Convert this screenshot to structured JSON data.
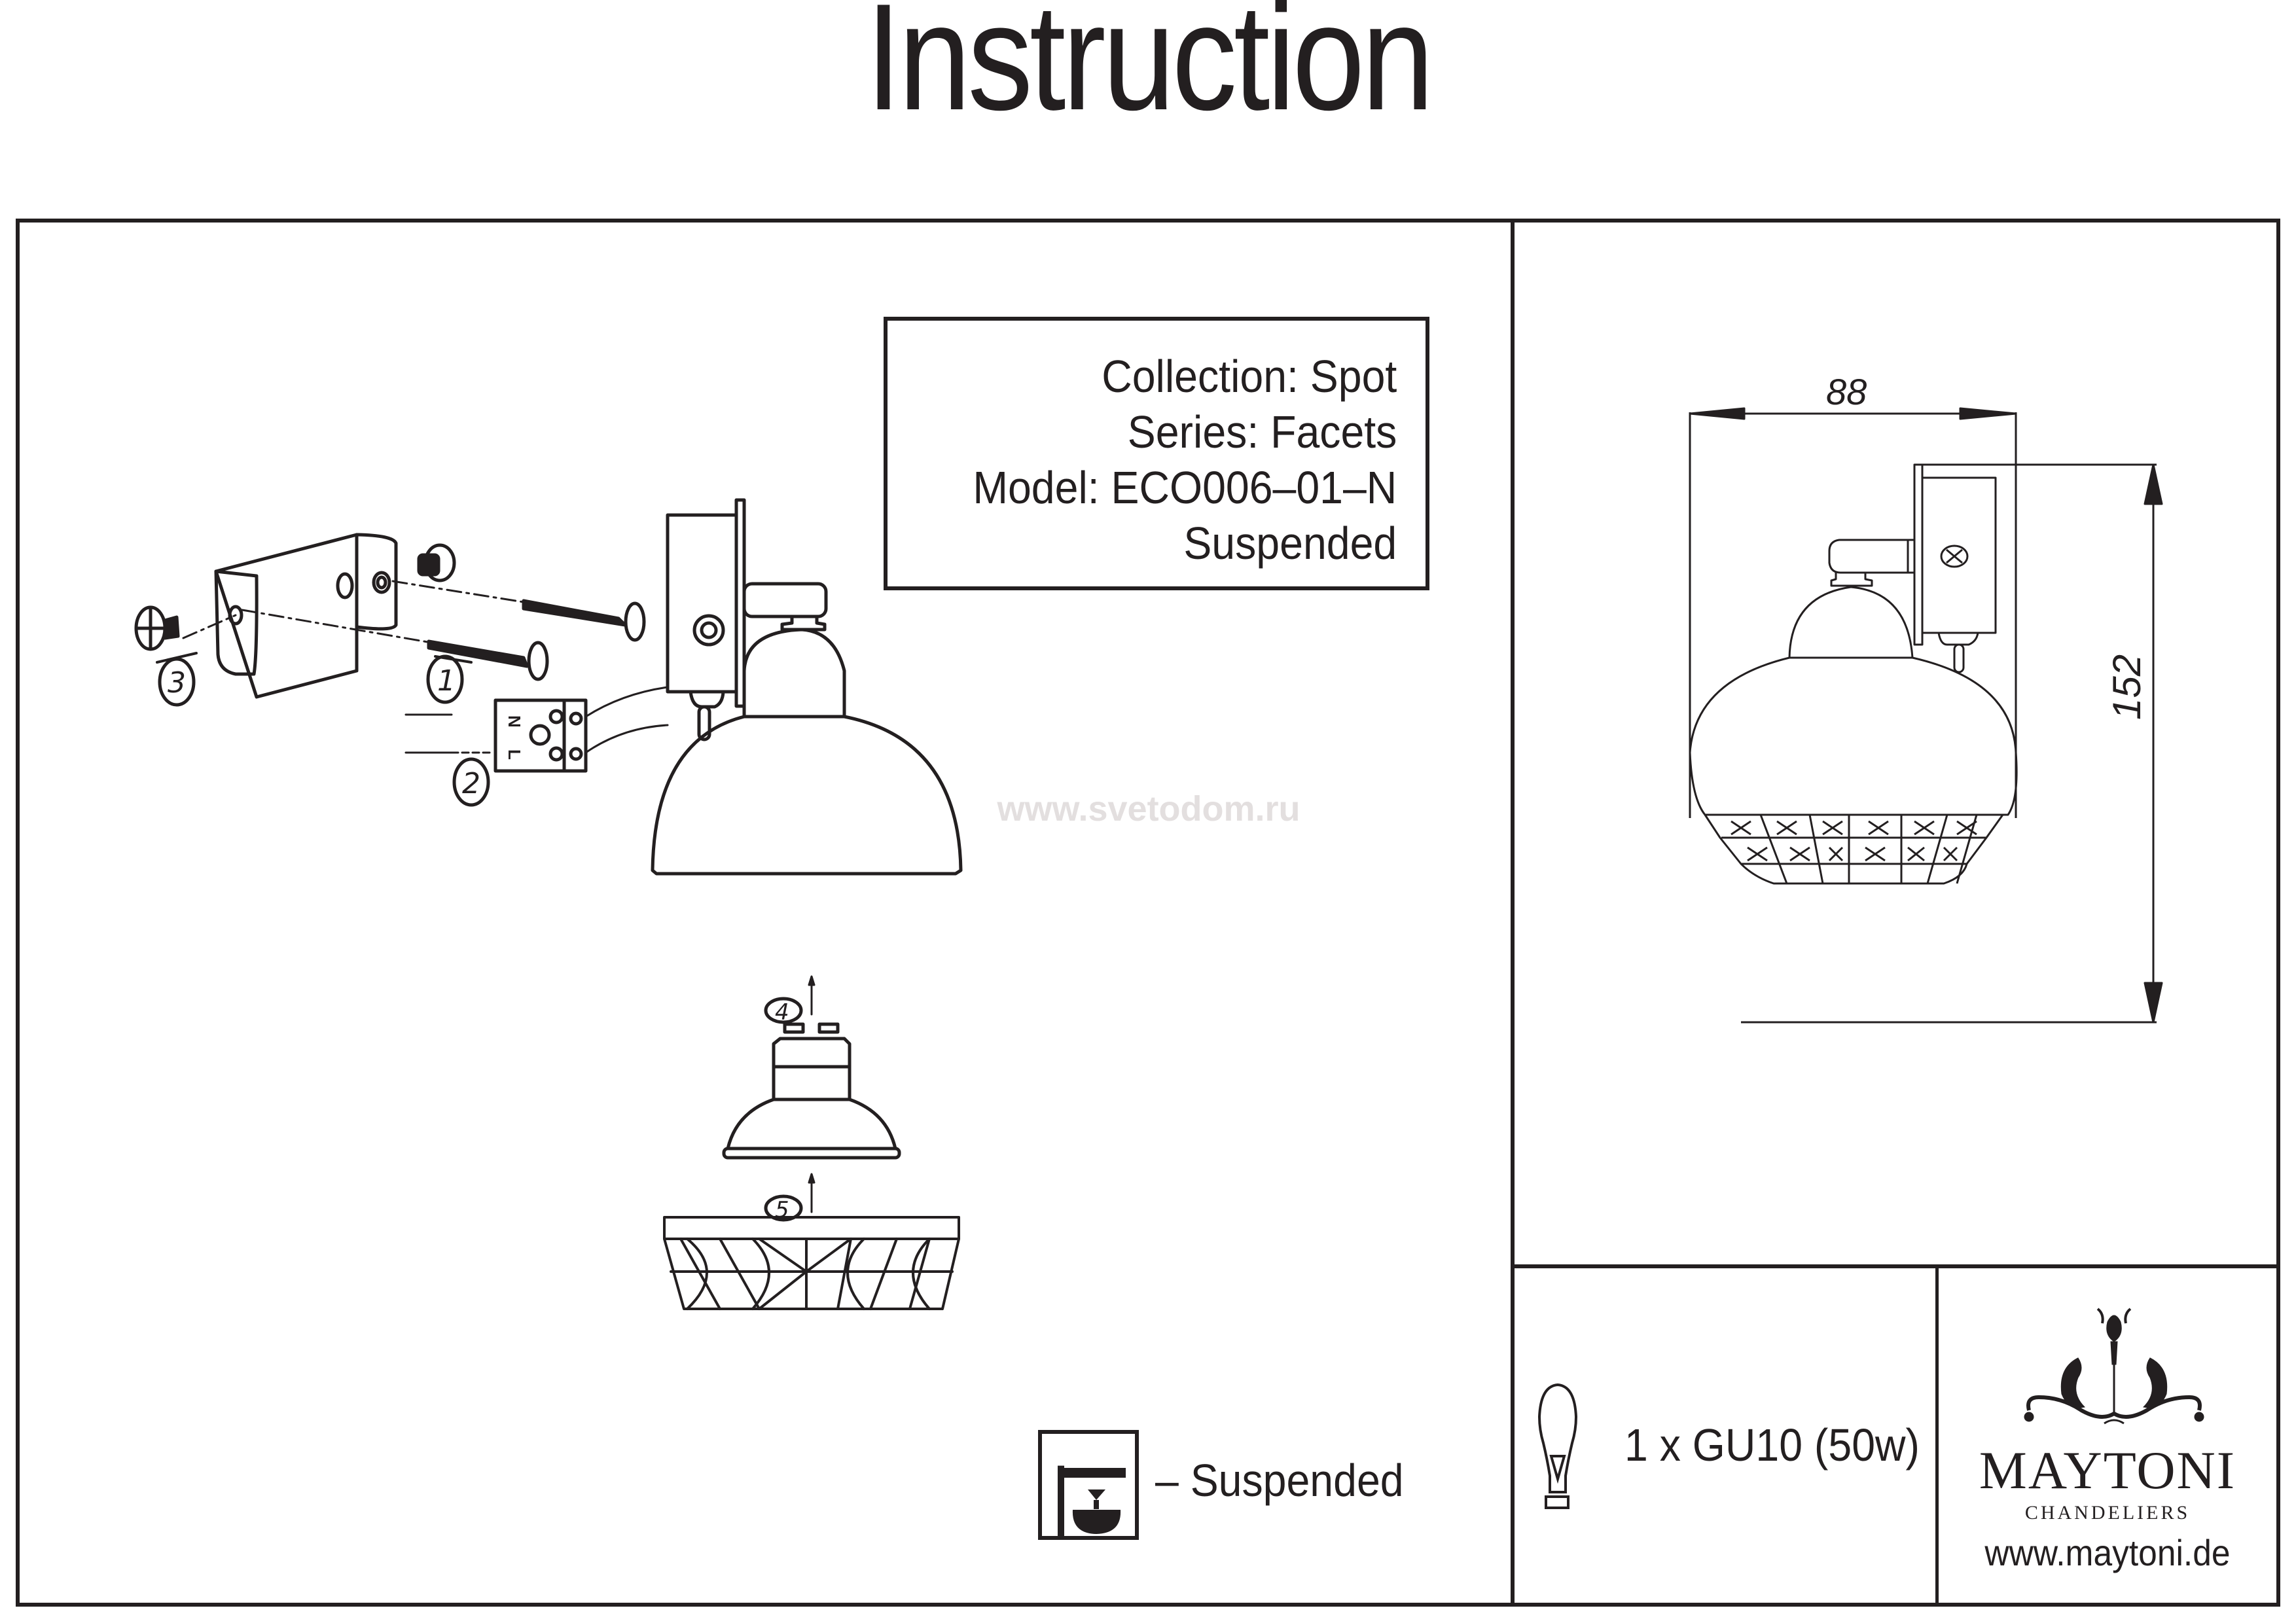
{
  "page": {
    "title": "Instruction"
  },
  "product_info": {
    "collection": "Collection: Spot",
    "series": "Series: Facets",
    "model": "Model: ECO006–01–N",
    "mount_type": "Suspended"
  },
  "watermark": "www.svetodom.ru",
  "assembly_steps": [
    "1",
    "2",
    "3",
    "4",
    "5"
  ],
  "terminal_labels": {
    "neutral": "N",
    "live": "L"
  },
  "dimensions": {
    "width_mm": "88",
    "height_mm": "152"
  },
  "legend": {
    "icon": "suspended-mount-icon",
    "label": "– Suspended"
  },
  "lamp": {
    "icon": "light-bulb-icon",
    "spec": "1 x GU10 (50w)"
  },
  "brand": {
    "name": "MAYTONI",
    "tagline": "CHANDELIERS",
    "url": "www.maytoni.de",
    "logo": "chandelier-ornament-logo"
  },
  "colors": {
    "ink": "#231f20",
    "watermark": "#e3dfdf",
    "background": "#ffffff"
  }
}
